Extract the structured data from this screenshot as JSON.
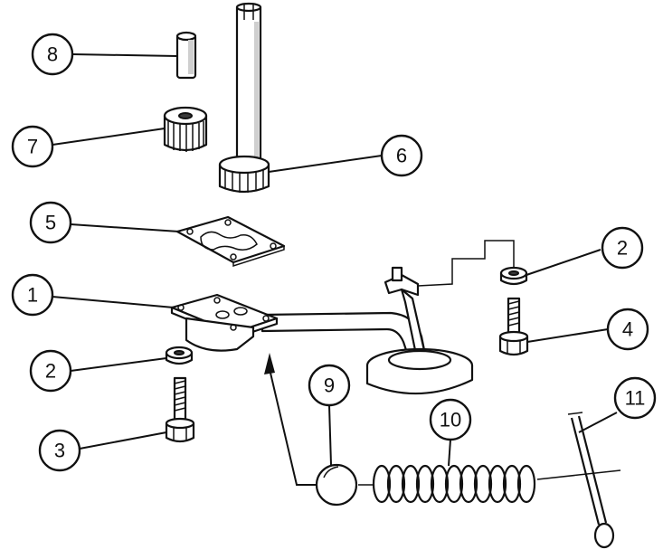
{
  "callouts": [
    {
      "id": "8",
      "label": "8"
    },
    {
      "id": "7",
      "label": "7"
    },
    {
      "id": "6",
      "label": "6"
    },
    {
      "id": "5",
      "label": "5"
    },
    {
      "id": "1",
      "label": "1"
    },
    {
      "id": "2a",
      "label": "2"
    },
    {
      "id": "2b",
      "label": "2"
    },
    {
      "id": "4",
      "label": "4"
    },
    {
      "id": "3",
      "label": "3"
    },
    {
      "id": "9",
      "label": "9"
    },
    {
      "id": "10",
      "label": "10"
    },
    {
      "id": "11",
      "label": "11"
    }
  ]
}
